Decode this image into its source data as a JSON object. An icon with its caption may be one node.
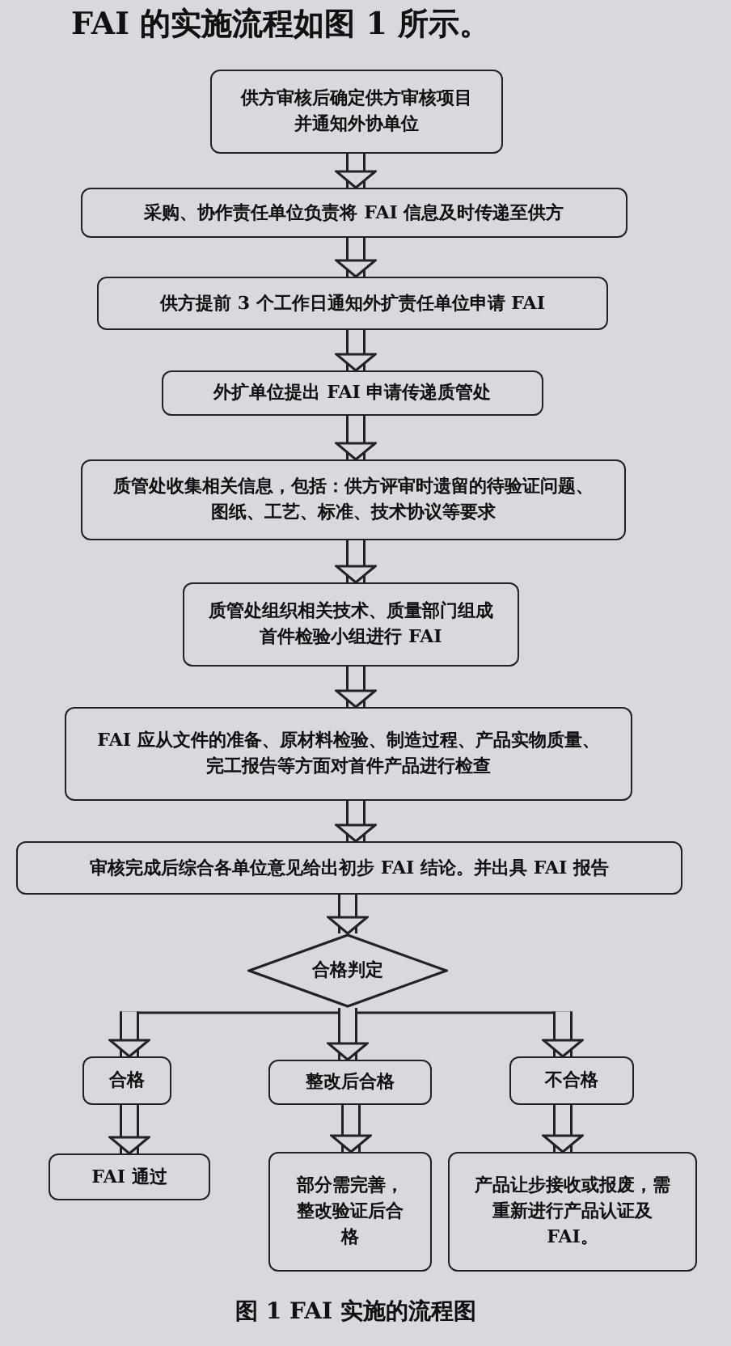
{
  "diagram": {
    "title": "FAI 的实施流程如图 1 所示。",
    "caption": "图 1 FAI 实施的流程图",
    "nodes": [
      {
        "text": [
          "供方审核后确定供方审核项目并通知外协单位"
        ]
      },
      {
        "text": [
          "采购、协作责任单位负责将 FAI 信息及时传递至供方"
        ]
      },
      {
        "text": [
          "供方提前 3 个工作日通知外扩责任单位申请 FAI"
        ]
      },
      {
        "text": [
          "外扩单位提出 FAI 申请传递质管处"
        ]
      },
      {
        "text": [
          "质管处收集相关信息，包括：供方评审时遗留的待验证问题、图纸、工艺、标准、技术协议等要求"
        ]
      },
      {
        "text": [
          "质管处组织相关技术、质量部门组成首件检验小组进行 FAI"
        ]
      },
      {
        "text": [
          "FAI 应从文件的准备、原材料检验、制造过程、产品实物质量、完工报告等方面对首件产品进行检查"
        ]
      },
      {
        "text": [
          "审核完成后综合各单位意见给出初步 FAI 结论。并出具 FAI 报告"
        ]
      },
      {
        "text": [
          "合格判定"
        ]
      },
      {
        "text": [
          "合格"
        ]
      },
      {
        "text": [
          "整改后合格"
        ]
      },
      {
        "text": [
          "不合格"
        ]
      },
      {
        "text": [
          "FAI 通过"
        ]
      },
      {
        "text": [
          "部分需完善，整改验证后合格"
        ]
      },
      {
        "text": [
          "产品让步接收或报废，需重新进行产品认证及 FAI。"
        ]
      }
    ],
    "edges": [
      {
        "from": 0,
        "to": 1,
        "arrow": "to"
      },
      {
        "from": 1,
        "to": 2,
        "arrow": "to"
      },
      {
        "from": 2,
        "to": 3,
        "arrow": "to"
      },
      {
        "from": 3,
        "to": 4,
        "arrow": "to"
      },
      {
        "from": 4,
        "to": 5,
        "arrow": "to"
      },
      {
        "from": 5,
        "to": 6,
        "arrow": "to"
      },
      {
        "from": 6,
        "to": 7,
        "arrow": "to"
      },
      {
        "from": 7,
        "to": 8,
        "arrow": "to"
      },
      {
        "from": 8,
        "to": 9,
        "arrow": "to"
      },
      {
        "from": 8,
        "to": 10,
        "arrow": "to"
      },
      {
        "from": 8,
        "to": 11,
        "arrow": "to"
      },
      {
        "from": 9,
        "to": 12,
        "arrow": "to"
      },
      {
        "from": 10,
        "to": 13,
        "arrow": "to"
      },
      {
        "from": 11,
        "to": 14,
        "arrow": "to"
      }
    ]
  }
}
